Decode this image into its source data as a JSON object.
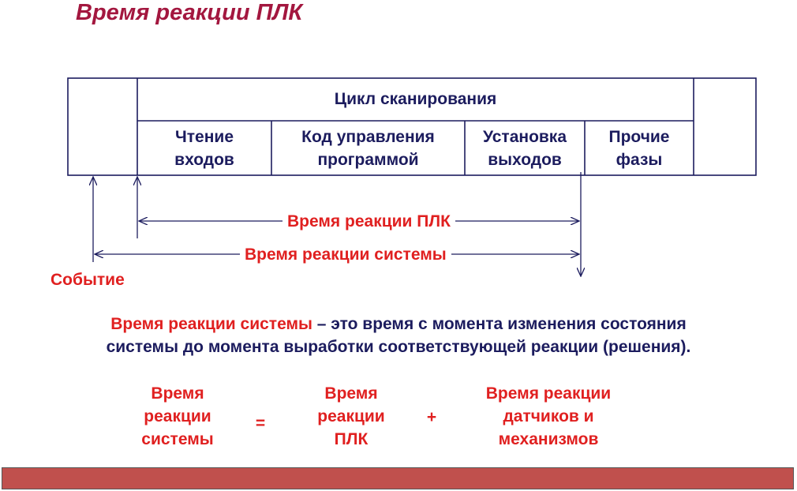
{
  "title": "Время реакции ПЛК",
  "diagram": {
    "scan_cycle_label": "Цикл сканирования",
    "phases": [
      {
        "line1": "Чтение",
        "line2": "входов"
      },
      {
        "line1": "Код управления",
        "line2": "программой"
      },
      {
        "line1": "Установка",
        "line2": "выходов"
      },
      {
        "line1": "Прочие",
        "line2": "фазы"
      }
    ],
    "plc_response_label": "Время реакции ПЛК",
    "system_response_label": "Время реакции системы",
    "event_label": "Событие"
  },
  "definition": {
    "term": "Время реакции системы",
    "line1_rest": " – это время с момента изменения состояния",
    "line2": "системы до момента выработки соответствующей реакции (решения)."
  },
  "formula": {
    "lhs": [
      "Время",
      "реакции",
      "системы"
    ],
    "equals": "=",
    "term1": [
      "Время",
      "реакции",
      "ПЛК"
    ],
    "plus": "+",
    "term2": [
      "Время реакции",
      "датчиков и",
      "механизмов"
    ]
  },
  "colors": {
    "title": "#a3173f",
    "accent_red": "#e02020",
    "dark_navy": "#1c1c5e",
    "bottom_bar": "#c0504d"
  }
}
